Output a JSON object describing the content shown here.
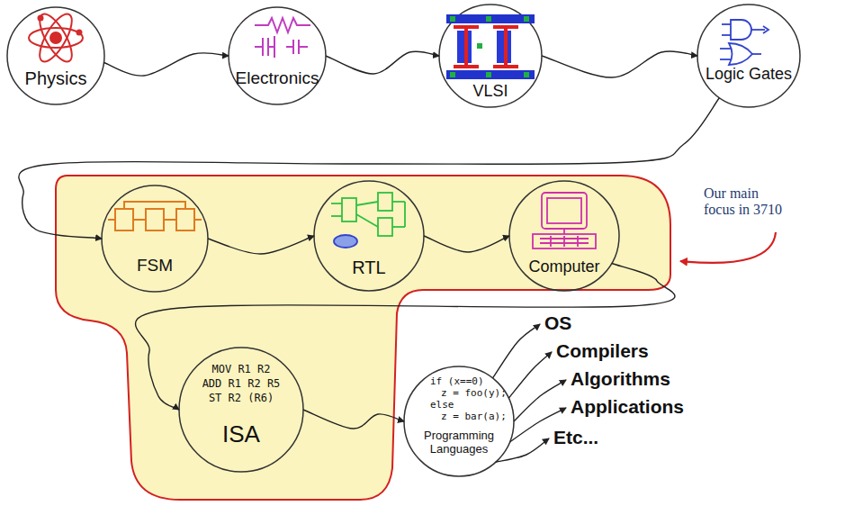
{
  "diagram": {
    "nodes": [
      {
        "text": [
          "Physics"
        ]
      },
      {
        "text": [
          "Electronics"
        ]
      },
      {
        "text": [
          "VLSI"
        ]
      },
      {
        "text": [
          "Logic Gates"
        ]
      },
      {
        "text": [
          "Our main focus in 3710"
        ]
      },
      {
        "text": [
          "FSM"
        ],
        "in": 4
      },
      {
        "text": [
          "RTL"
        ],
        "in": 4
      },
      {
        "text": [
          "Computer"
        ],
        "in": 4
      },
      {
        "text": [
          "MOV R1 R2",
          "ADD R1 R2 R5",
          "ST R2 (R6)",
          "ISA"
        ],
        "in": 4
      },
      {
        "text": [
          "if (x==0)",
          "z = foo(y);",
          "else",
          "z = bar(a);",
          "Programming Languages"
        ]
      },
      {
        "text": [
          "OS"
        ]
      },
      {
        "text": [
          "Compilers"
        ]
      },
      {
        "text": [
          "Algorithms"
        ]
      },
      {
        "text": [
          "Applications"
        ]
      },
      {
        "text": [
          "Etc..."
        ]
      }
    ],
    "edges": [
      {
        "from": 0,
        "to": 1,
        "arrow": "to"
      },
      {
        "from": 1,
        "to": 2,
        "arrow": "to"
      },
      {
        "from": 2,
        "to": 3,
        "arrow": "to"
      },
      {
        "from": 3,
        "to": 5,
        "arrow": "to"
      },
      {
        "from": 5,
        "to": 6,
        "arrow": "to"
      },
      {
        "from": 6,
        "to": 7,
        "arrow": "to"
      },
      {
        "from": 7,
        "to": 8,
        "arrow": "to"
      },
      {
        "from": 8,
        "to": 9,
        "arrow": "to"
      },
      {
        "from": 9,
        "to": 10,
        "arrow": "to"
      },
      {
        "from": 9,
        "to": 11,
        "arrow": "to"
      },
      {
        "from": 9,
        "to": 12,
        "arrow": "to"
      },
      {
        "from": 9,
        "to": 13,
        "arrow": "to"
      },
      {
        "from": 9,
        "to": 14,
        "arrow": "to"
      }
    ]
  }
}
